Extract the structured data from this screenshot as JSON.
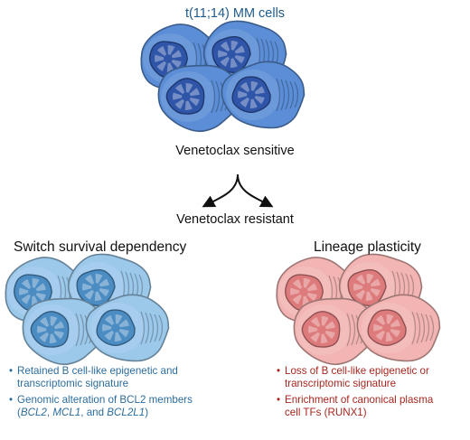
{
  "top_label": "t(11;14) MM cells",
  "sensitive_label": "Venetoclax sensitive",
  "resistant_label": "Venetoclax resistant",
  "left_branch": {
    "title": "Switch survival dependency",
    "bullet1_line1": "Retained B cell-like epigenetic and",
    "bullet1_line2": "transcriptomic signature",
    "bullet2_line1": "Genomic alteration of BCL2 members",
    "bullet2_open": "(",
    "gene1": "BCL2",
    "sep1": ", ",
    "gene2": "MCL1",
    "sep2": ", and ",
    "gene3": "BCL2L1",
    "bullet2_close": ")"
  },
  "right_branch": {
    "title": "Lineage plasticity",
    "bullet1_line1": "Loss of B cell-like epigenetic or",
    "bullet1_line2": "transcriptomic signature",
    "bullet2_line1": "Enrichment of canonical plasma",
    "bullet2_line2": "cell TFs (RUNX1)"
  },
  "bullet_symbol": "•",
  "colors": {
    "top_cell_fill": "#5b8ed6",
    "top_nucleus": "#2f55a8",
    "left_cell_fill": "#9cc8ea",
    "left_nucleus": "#4b8cc3",
    "right_cell_fill": "#f2b5b3",
    "right_nucleus": "#dd7b7c",
    "left_text": "#2c6d9e",
    "right_text": "#a8261f"
  }
}
